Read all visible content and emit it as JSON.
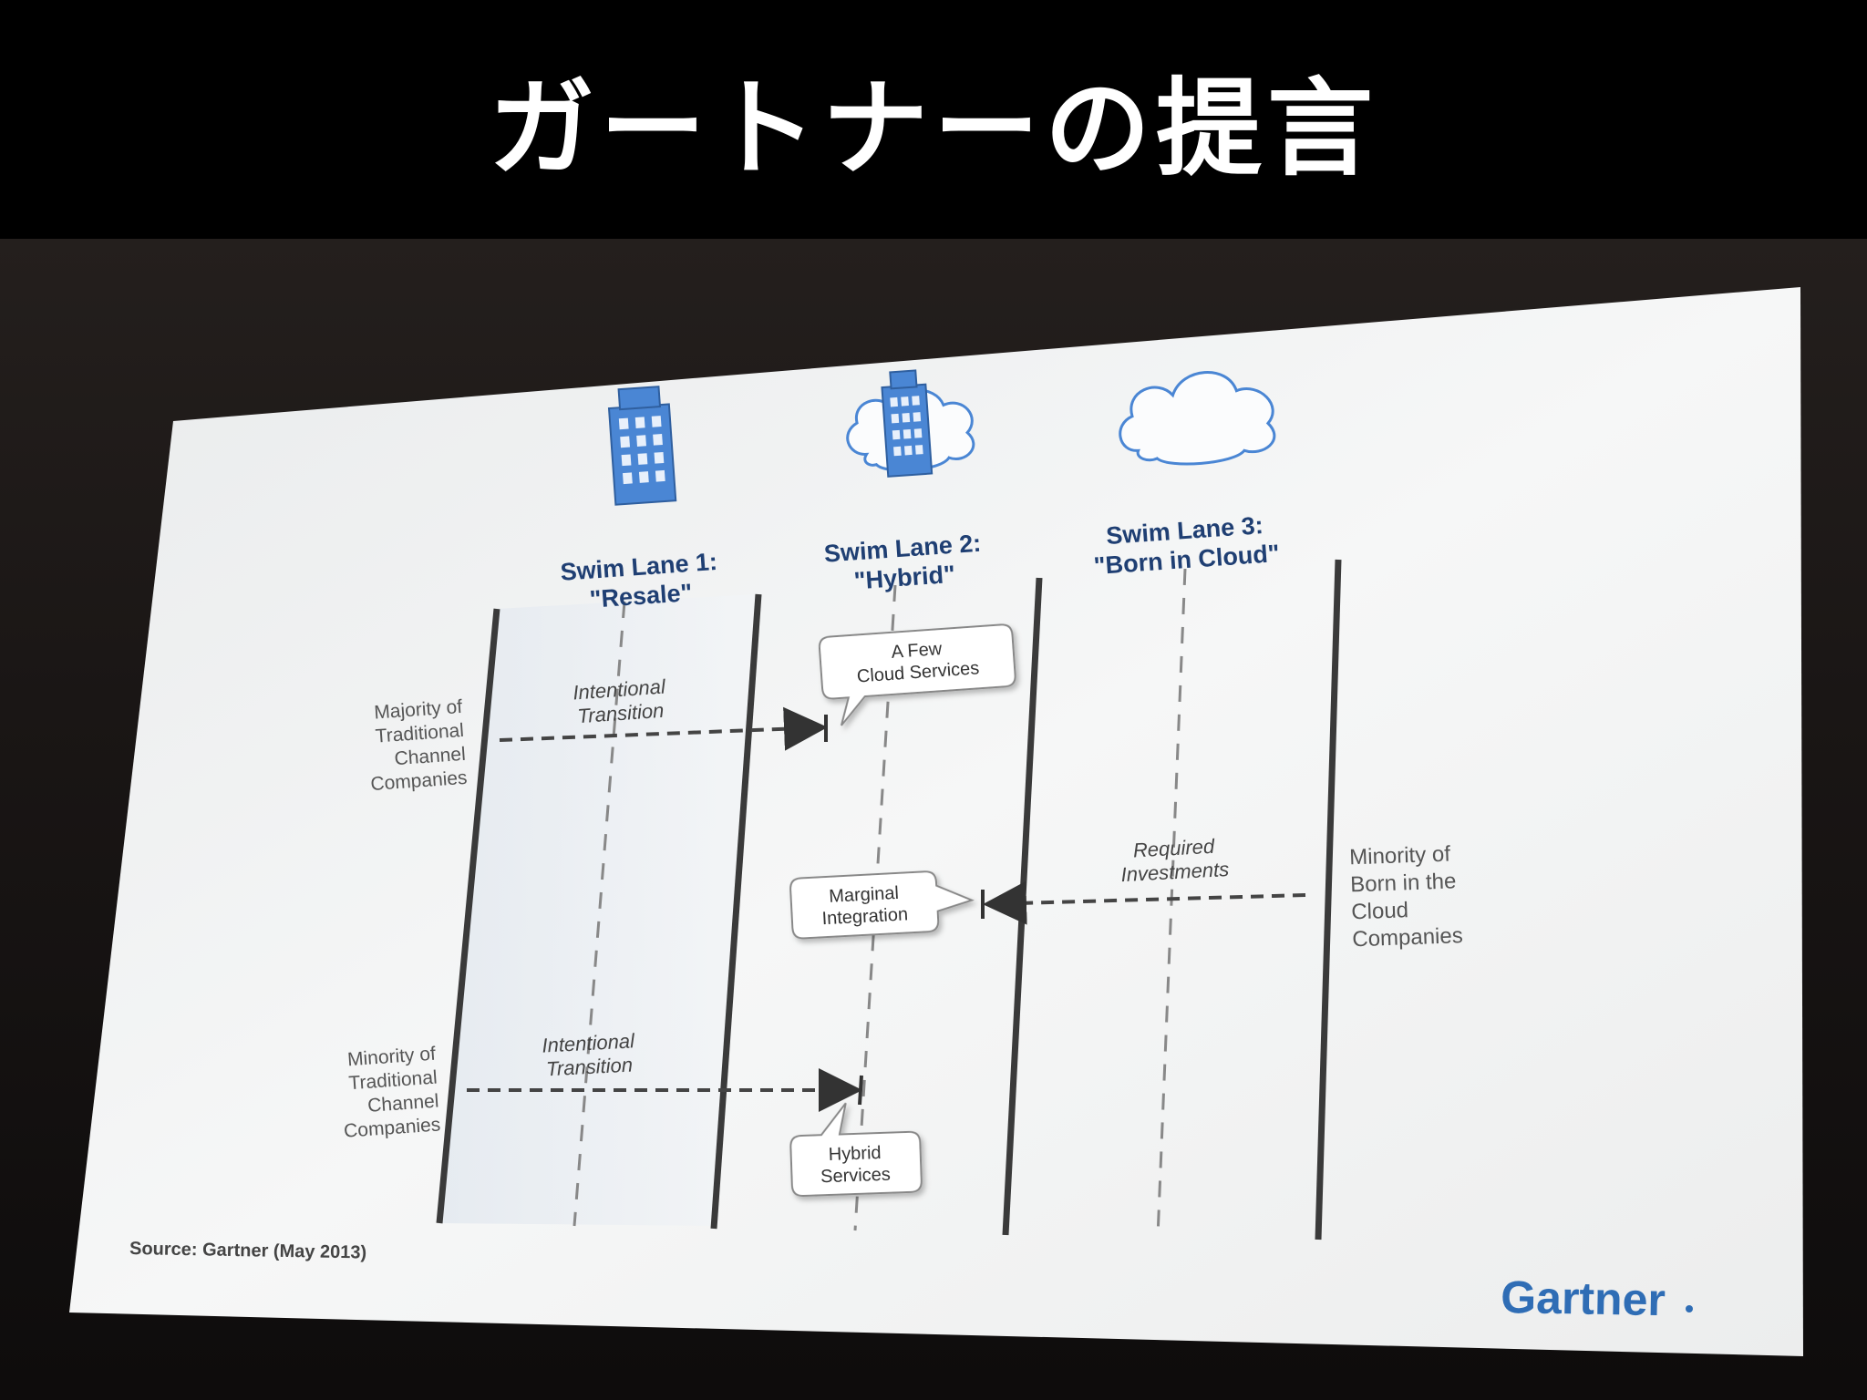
{
  "header": {
    "title": "ガートナーの提言"
  },
  "slide": {
    "lanes": [
      {
        "line1": "Swim Lane 1:",
        "line2": "\"Resale\"",
        "icon": "building-icon"
      },
      {
        "line1": "Swim Lane 2:",
        "line2": "\"Hybrid\"",
        "icon": "building-in-cloud-icon"
      },
      {
        "line1": "Swim Lane 3:",
        "line2": "\"Born in Cloud\"",
        "icon": "cloud-icon"
      }
    ],
    "left_labels": {
      "majority": [
        "Majority of",
        "Traditional",
        "Channel",
        "Companies"
      ],
      "minority": [
        "Minority of",
        "Traditional",
        "Channel",
        "Companies"
      ]
    },
    "right_label": [
      "Minority of",
      "Born in the",
      "Cloud",
      "Companies"
    ],
    "arrows": {
      "top": [
        "Intentional",
        "Transition"
      ],
      "middle": [
        "Required",
        "Investments"
      ],
      "bottom": [
        "Intentional",
        "Transition"
      ]
    },
    "callouts": {
      "few_cloud": [
        "A Few",
        "Cloud Services"
      ],
      "marginal": [
        "Marginal",
        "Integration"
      ],
      "hybrid": [
        "Hybrid",
        "Services"
      ]
    },
    "source": "Source: Gartner (May 2013)",
    "brand": "Gartner",
    "colors": {
      "slide_bg": "#f4f5f6",
      "lane_title": "#1f3f73",
      "icon_blue": "#4a86d4",
      "brand_blue": "#2f6db5",
      "lane_line": "#3a3a3a"
    }
  }
}
